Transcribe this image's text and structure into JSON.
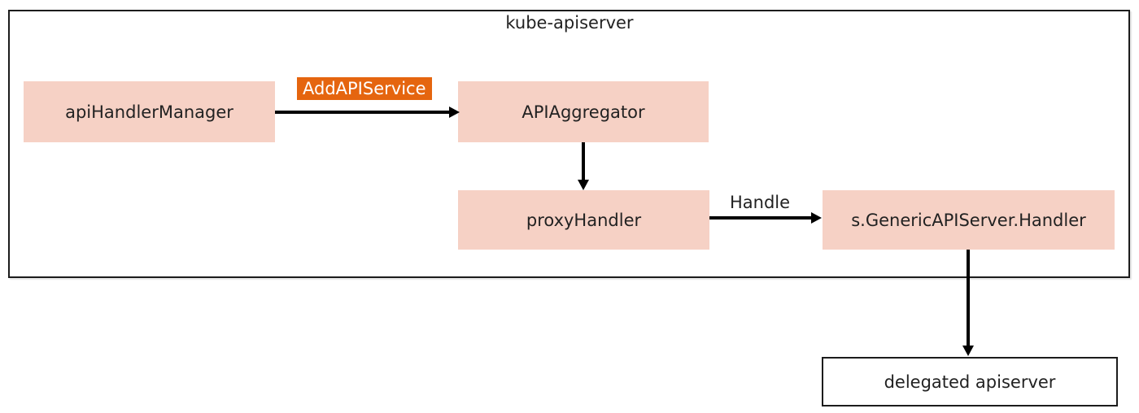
{
  "diagram": {
    "title": "kube-apiserver",
    "nodes": [
      {
        "id": "apiHandlerManager",
        "label": "apiHandlerManager"
      },
      {
        "id": "APIAggregator",
        "label": "APIAggregator"
      },
      {
        "id": "proxyHandler",
        "label": "proxyHandler"
      },
      {
        "id": "sGenericAPIServerHandler",
        "label": "s.GenericAPIServer.Handler"
      },
      {
        "id": "delegatedApiserver",
        "label": "delegated apiserver"
      }
    ],
    "edges": [
      {
        "from": "apiHandlerManager",
        "to": "APIAggregator",
        "label": "AddAPIService"
      },
      {
        "from": "APIAggregator",
        "to": "proxyHandler",
        "label": ""
      },
      {
        "from": "proxyHandler",
        "to": "sGenericAPIServerHandler",
        "label": "Handle"
      },
      {
        "from": "sGenericAPIServerHandler",
        "to": "delegatedApiserver",
        "label": ""
      }
    ],
    "colors": {
      "node_fill": "#f6d1c5",
      "edge_label_bg": "#e5650f",
      "edge_label_text": "#ffffff",
      "container_border": "#1c1c1c",
      "arrow": "#000000",
      "text": "#222222",
      "background": "#ffffff"
    }
  }
}
